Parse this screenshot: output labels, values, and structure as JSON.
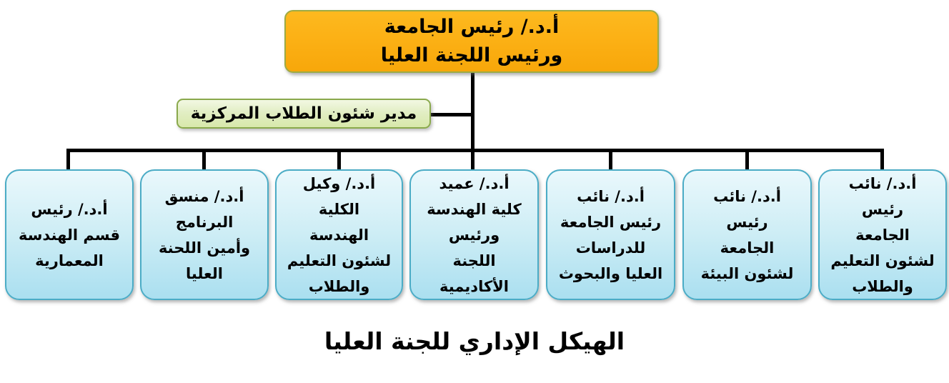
{
  "chart_title": "الهيكل الإداري للجنة العليا",
  "root": {
    "text": "أ.د./ رئيس الجامعة\nورئيس اللجنة العليا"
  },
  "manager": {
    "text": "مدير شئون الطلاب المركزية"
  },
  "children": [
    {
      "text": "أ.د./ نائب\nرئيس\nالجامعة\nلشئون التعليم\nوالطلاب"
    },
    {
      "text": "أ.د./ نائب\nرئيس\nالجامعة\nلشئون البيئة"
    },
    {
      "text": "أ.د./ نائب\nرئيس الجامعة\nللدراسات\nالعليا والبحوث"
    },
    {
      "text": "أ.د./ عميد\nكلية الهندسة\nورئيس\nاللجنة\nالأكاديمية"
    },
    {
      "text": "أ.د./ وكيل\nالكلية\nالهندسة\nلشئون التعليم\nوالطلاب"
    },
    {
      "text": "أ.د./ منسق\nالبرنامج\nوأمين اللحنة\nالعليا"
    },
    {
      "text": "أ.د./ رئيس\nقسم الهندسة\nالمعمارية"
    }
  ],
  "colors": {
    "root_fill": "#fbae12",
    "root_border": "#9dab45",
    "manager_fill": "#dfedbd",
    "manager_border": "#8aa94c",
    "child_fill_top": "#eaf8fc",
    "child_fill_bottom": "#aadff0",
    "child_border": "#4bacc6",
    "connector": "#000000"
  }
}
